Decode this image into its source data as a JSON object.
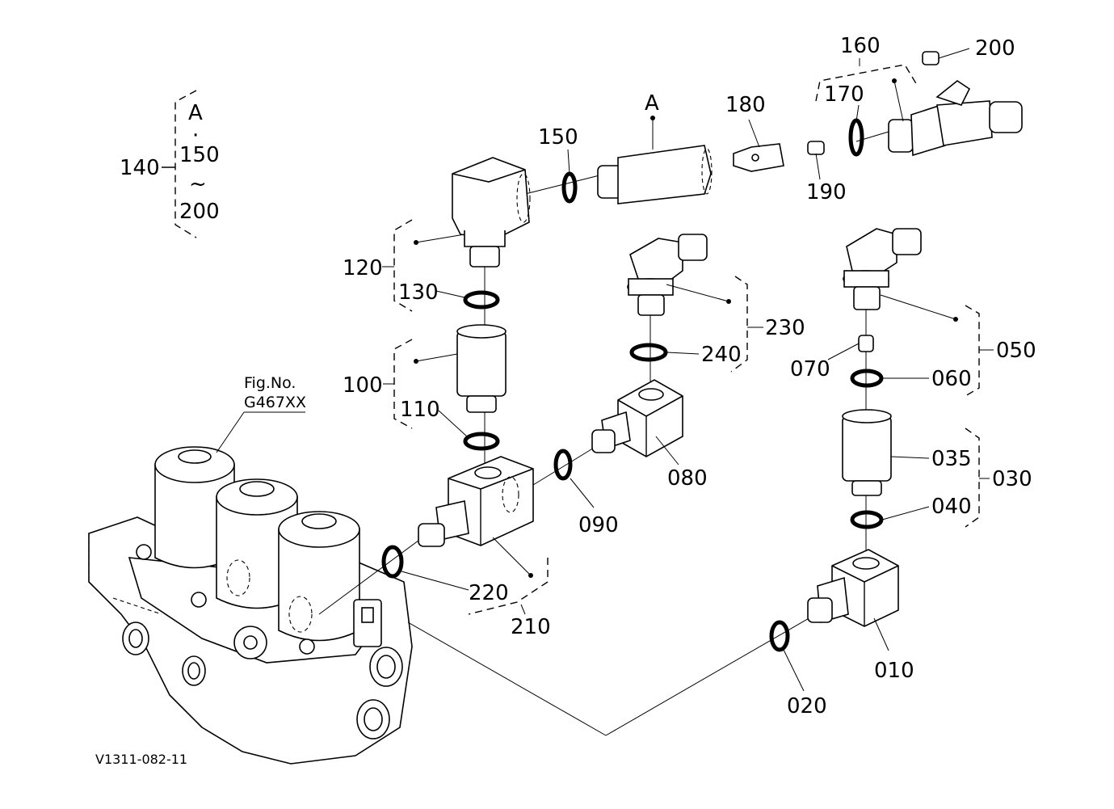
{
  "diagram": {
    "drawing_code": "V1311-082-11",
    "fig_ref": {
      "line1": "Fig.No.",
      "line2": "G467XX"
    },
    "legend": {
      "ref": "140",
      "line1": "A",
      "line2": "·",
      "line3": "150",
      "line4": "~",
      "line5": "200"
    },
    "callouts": {
      "c010": "010",
      "c020": "020",
      "c030": "030",
      "c035": "035",
      "c040": "040",
      "c050": "050",
      "c060": "060",
      "c070": "070",
      "c080": "080",
      "c090": "090",
      "c100": "100",
      "c110": "110",
      "c120": "120",
      "c130": "130",
      "c150": "150",
      "c160": "160",
      "c170": "170",
      "c180": "180",
      "c190": "190",
      "c200": "200",
      "c210": "210",
      "c220": "220",
      "c230": "230",
      "c240": "240",
      "cA": "A"
    }
  }
}
